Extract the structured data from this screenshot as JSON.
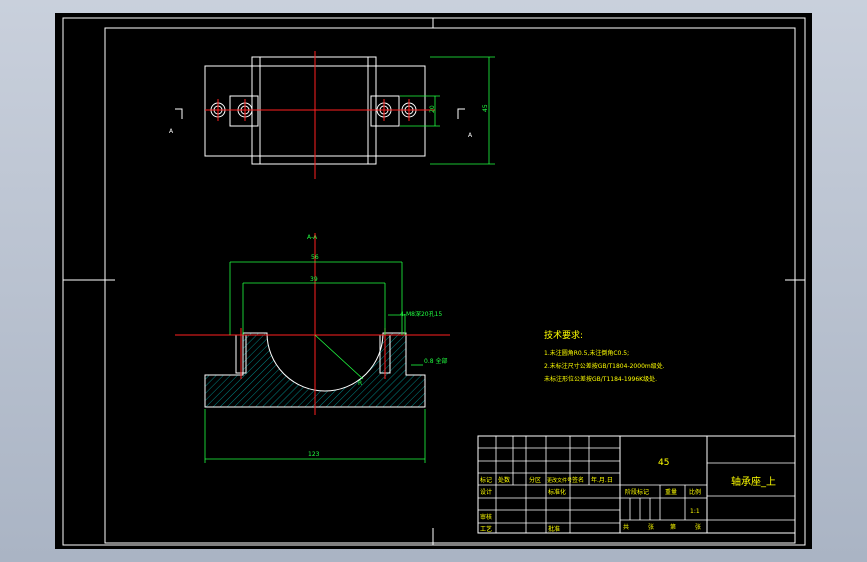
{
  "drawing": {
    "section_label": "A-A",
    "view_marks": [
      "A",
      "A"
    ],
    "dims": {
      "top_height": "45",
      "top_slot": "20",
      "width_outer": "56",
      "width_inner": "39",
      "total_length": "123",
      "radius": "R",
      "thread_callout": "4-M8深20孔15",
      "chamfer_note": "0.8 全部"
    }
  },
  "notes": {
    "title": "技术要求:",
    "lines": [
      "1.未注圆角R0.5,未注倒角C0.5;",
      "2.未标注尺寸公差按GB/T1804-2000m级处.",
      "  未标注形位公差按GB/T1184-1996K级处."
    ]
  },
  "title_block": {
    "material": "45",
    "part_name": "轴承座_上",
    "scale": "1:1",
    "header_cols": [
      "标记",
      "处数",
      "分区",
      "更改文件号",
      "签名",
      "年.月.日"
    ],
    "row_labels": [
      "设计",
      "标准化",
      "审核",
      "工艺",
      "批准"
    ],
    "stage_label": "阶段标记",
    "weight_label": "重量",
    "scale_label": "比例",
    "sheet_labels": [
      "共",
      "张",
      "第",
      "张"
    ]
  }
}
